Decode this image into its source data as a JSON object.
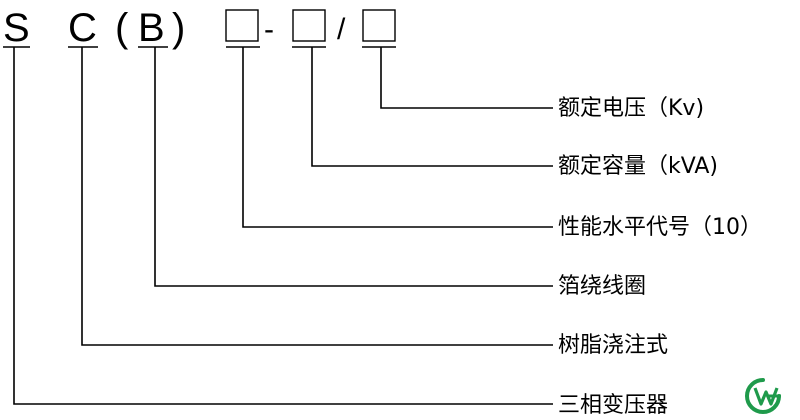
{
  "code": {
    "s": "S",
    "c": "C",
    "paren_open": "(",
    "b": "B",
    "paren_close": ")",
    "dash": "-",
    "slash": "/"
  },
  "labels": {
    "rated_voltage": "额定电压（Kv)",
    "rated_capacity": "额定容量（kVA)",
    "performance_level": "性能水平代号（10）",
    "foil_winding": "箔绕线圈",
    "resin_cast": "树脂浇注式",
    "three_phase_transformer": "三相变压器"
  },
  "logo": {
    "name": "logo-icon",
    "color": "#1f9a4b"
  }
}
